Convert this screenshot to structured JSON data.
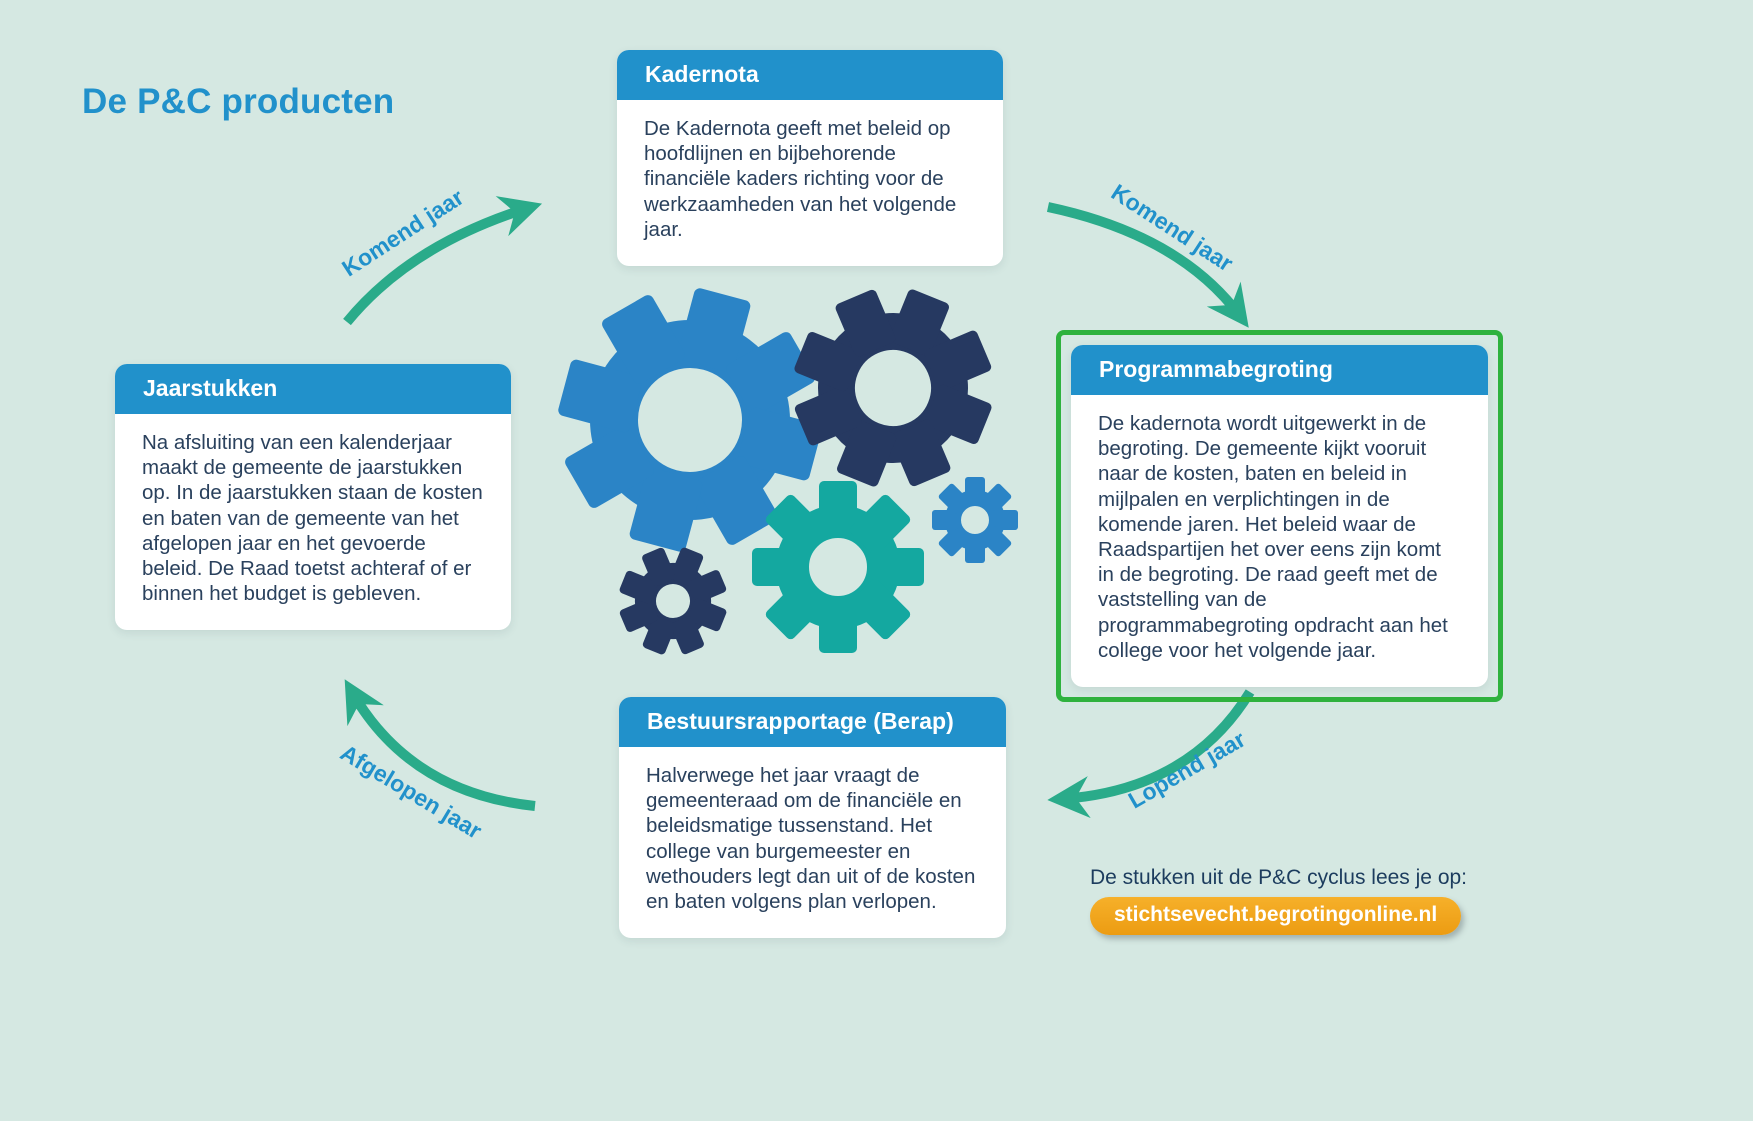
{
  "page": {
    "title": "De P&C producten"
  },
  "cards": {
    "kadernota": {
      "title": "Kadernota",
      "body": "De Kadernota geeft met beleid op hoofdlijnen en bijbehorende financiële kaders richting voor de werkzaamheden van het volgende jaar."
    },
    "programmabegroting": {
      "title": "Programmabegroting",
      "body": "De kadernota wordt uitgewerkt in de begroting. De gemeente kijkt vooruit naar de kosten, baten en beleid in mijlpalen en verplichtingen in de komende jaren. Het beleid waar de Raadspartijen het over eens zijn komt in de begroting. De raad geeft met de vaststelling van de programmabegroting opdracht aan het college voor het volgende jaar.",
      "highlighted": true
    },
    "berap": {
      "title": "Bestuursrapportage (Berap)",
      "body": "Halverwege het jaar vraagt de gemeenteraad om de financiële en beleidsmatige tussenstand. Het college van burgemeester en wethouders legt dan uit of de kosten en baten volgens plan verlopen."
    },
    "jaarstukken": {
      "title": "Jaarstukken",
      "body": "Na afsluiting van een kalenderjaar maakt de gemeente de jaarstukken op. In de jaarstukken staan de kosten en baten van de gemeente van het afgelopen jaar en het gevoerde beleid. De Raad toetst achteraf of er binnen het budget is gebleven."
    }
  },
  "arrows": {
    "top_left": "Komend jaar",
    "top_right": "Komend jaar",
    "bottom_right": "Lopend jaar",
    "bottom_left": "Afgelopen jaar"
  },
  "footer": {
    "text": "De stukken uit de P&C cyclus lees je op:",
    "link": "stichtsevecht.begrotingonline.nl"
  },
  "colors": {
    "background": "#d5e8e2",
    "header_blue": "#2191cb",
    "body_text": "#2a415d",
    "arrow_teal": "#2aab8a",
    "highlight_green": "#2fb23e",
    "gear_blue": "#2b84c6",
    "gear_navy": "#263961",
    "gear_teal": "#14a8a0",
    "link_yellow": "#f2a71b"
  }
}
